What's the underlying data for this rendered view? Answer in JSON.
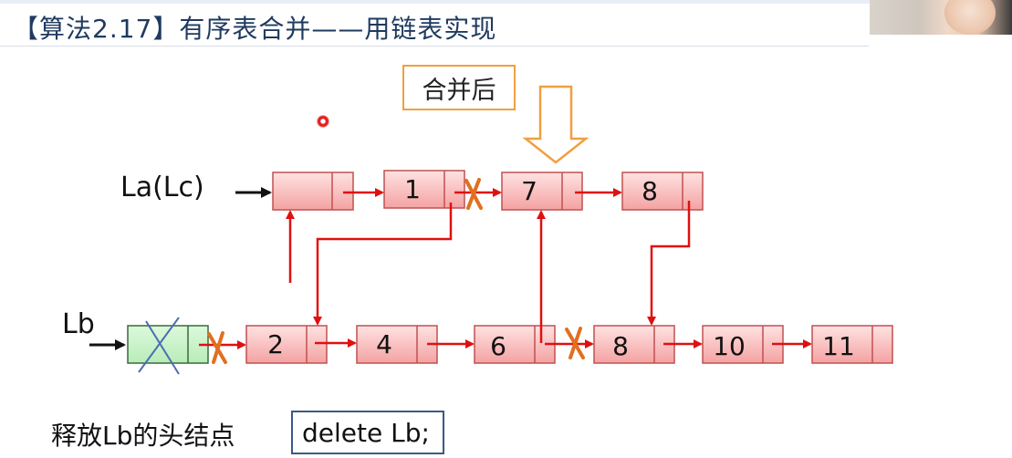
{
  "title": "【算法2.17】有序表合并——用链表实现",
  "merged_label": "合并后",
  "la_label": "La(Lc)",
  "lb_label": "Lb",
  "la_nodes": [
    "",
    "1",
    "7",
    "8"
  ],
  "lb_nodes": [
    "",
    "2",
    "4",
    "6",
    "8",
    "10",
    "11"
  ],
  "release_text": "释放Lb的头结点",
  "code_text": "delete Lb;",
  "colors": {
    "node_fill_top": "#ffe0e0",
    "node_fill_bottom": "#f6a6a6",
    "node_border": "#c05050",
    "head_fill": "#c8f2c8",
    "pointer_red": "#e01010",
    "cross_orange": "#e07020",
    "label_border_orange": "#f0a040",
    "code_border": "#3a5a85",
    "title_color": "#1f3a5f"
  }
}
